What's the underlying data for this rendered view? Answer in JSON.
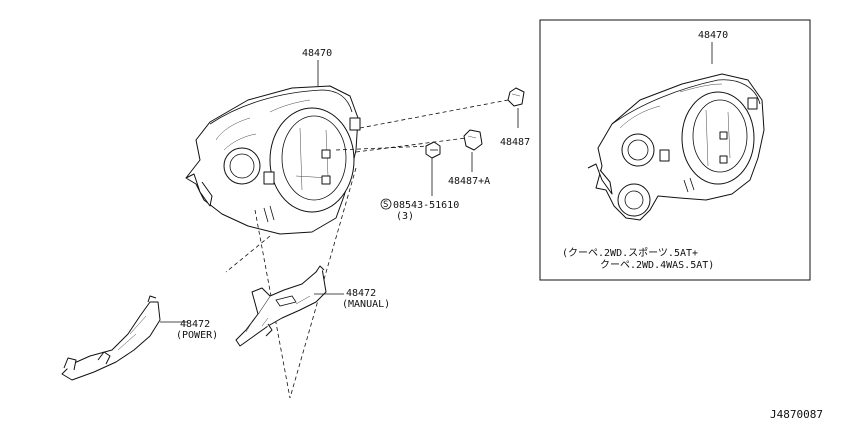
{
  "labels": {
    "main_cover": "48470",
    "inset_cover": "48470",
    "clip_upper": "48487",
    "clip_lower": "48487+A",
    "screw_code": "08543-51610",
    "screw_qty": "(3)",
    "screw_symbol": "S",
    "lower_manual_part": "48472",
    "lower_manual_note": "(MANUAL)",
    "lower_power_part": "48472",
    "lower_power_note": "(POWER)",
    "inset_note_line1": "(クーペ.2WD.スポーツ.5AT+",
    "inset_note_line2": "クーペ.2WD.4WAS.5AT)",
    "diagram_id": "J4870087"
  }
}
